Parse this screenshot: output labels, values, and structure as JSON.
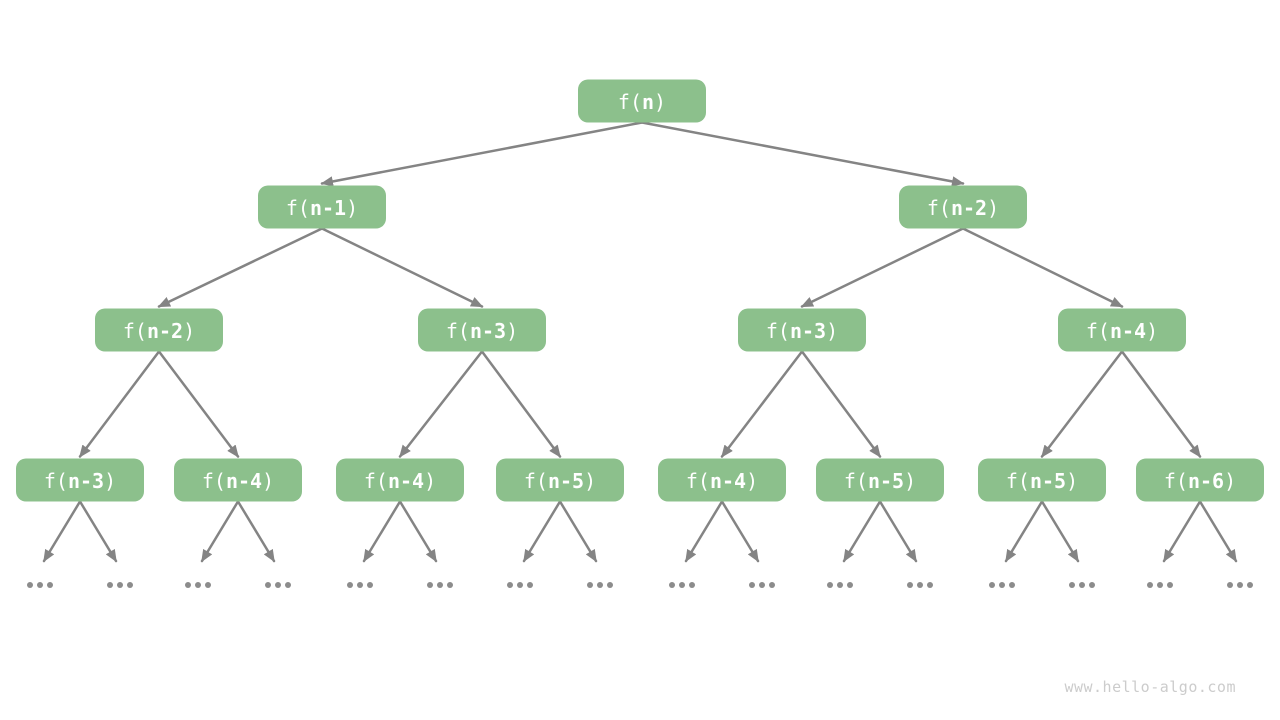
{
  "diagram": {
    "description": "Recursion tree of f(n) = f(n-1) + f(n-2)",
    "levels": [
      {
        "nodes": [
          "f(n)"
        ]
      },
      {
        "nodes": [
          "f(n-1)",
          "f(n-2)"
        ]
      },
      {
        "nodes": [
          "f(n-2)",
          "f(n-3)",
          "f(n-3)",
          "f(n-4)"
        ]
      },
      {
        "nodes": [
          "f(n-3)",
          "f(n-4)",
          "f(n-4)",
          "f(n-5)",
          "f(n-4)",
          "f(n-5)",
          "f(n-5)",
          "f(n-6)"
        ]
      }
    ],
    "leaf_label": "...",
    "leaf_count": 16,
    "leaves_per_bottom_node": 2
  },
  "watermark": "www.hello-algo.com",
  "colors": {
    "node_fill": "#8CC08C",
    "node_text": "#FFFFFF",
    "edge": "#848484",
    "leaf_dot": "#8C8C8C",
    "watermark": "#CCCCCC",
    "background": "#FFFFFF"
  }
}
